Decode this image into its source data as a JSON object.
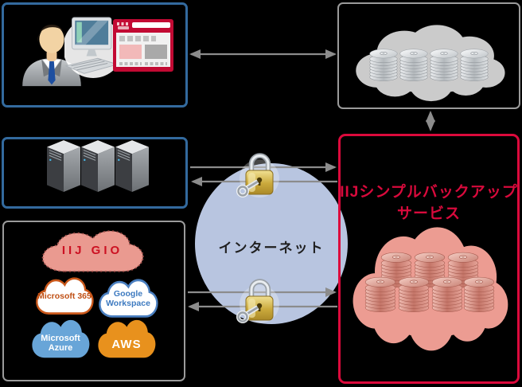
{
  "internet": {
    "label": "インターネット"
  },
  "backup_service": {
    "title_line1": "IIJシンプルバックアップ",
    "title_line2": "サービス"
  },
  "cloud_services": {
    "iij_gio": {
      "label": "IIJ GIO"
    },
    "microsoft_365": {
      "label": "Microsoft 365"
    },
    "google_workspace": {
      "line1": "Google",
      "line2": "Workspace"
    },
    "microsoft_azure": {
      "line1": "Microsoft",
      "line2": "Azure"
    },
    "aws": {
      "label": "AWS"
    }
  },
  "icons": {
    "admin": "person-with-computer-icon",
    "browser": "browser-window-icon",
    "server": "server-tower-icon",
    "storage": "disk-stack-icon",
    "encryption": "padlock-with-key-icon",
    "cloud": "cloud-icon"
  },
  "colors": {
    "background": "#000000",
    "blue_box_border": "#336a9e",
    "gray_box_border": "#9b9b9b",
    "red_box_border": "#dc0a3c",
    "arrow": "#8c8c8c",
    "internet_circle": "#b8c5e0",
    "gray_storage_cloud": "#cbcbcb",
    "pink_storage_cloud": "#ec9c92",
    "iij_gio_cloud": "#ea9a90",
    "iij_gio_text": "#cc1122",
    "microsoft365_accent": "#c05015",
    "google_accent": "#3d7ac0",
    "azure_fill": "#68a5d8",
    "aws_fill": "#e8911d",
    "title_text": "#d80a3c"
  }
}
